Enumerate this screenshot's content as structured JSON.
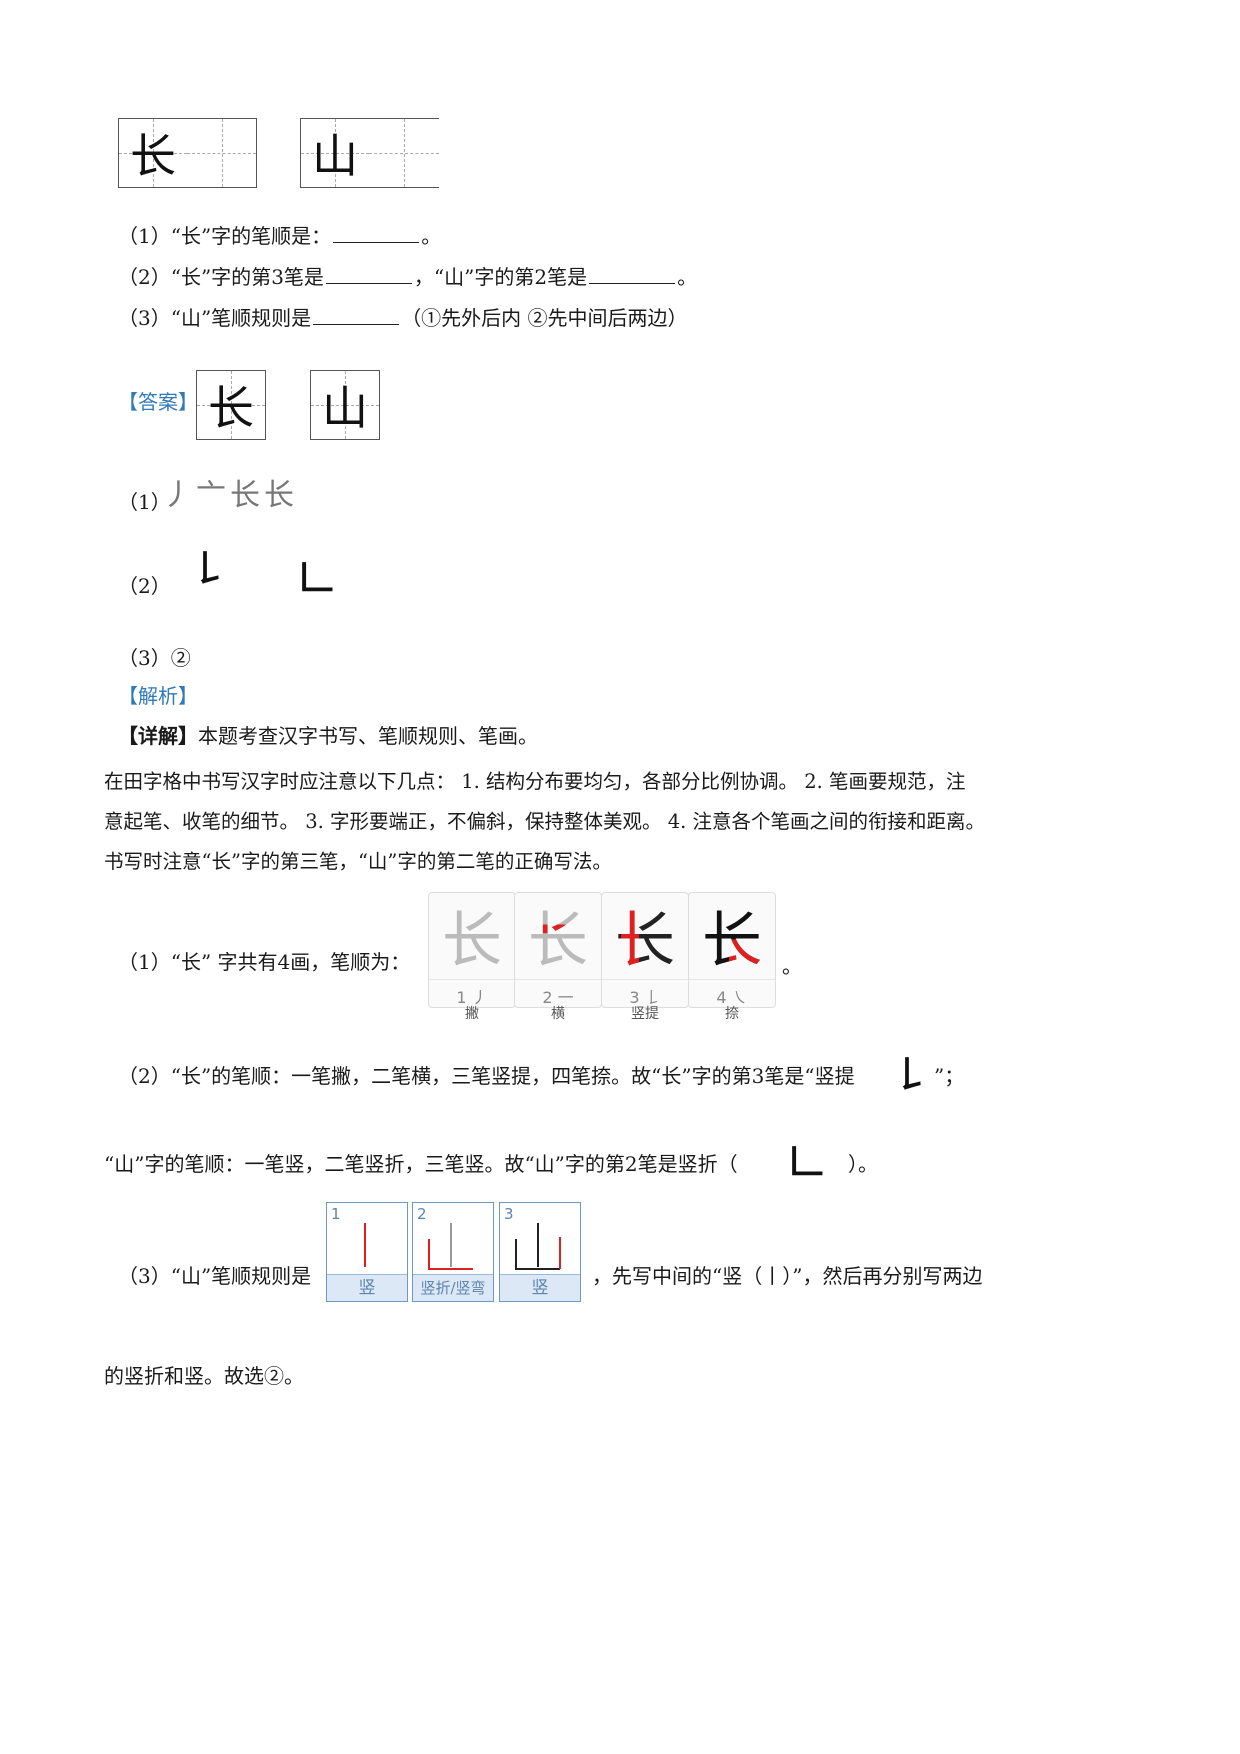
{
  "question": {
    "grid_chars": [
      "长",
      "山"
    ],
    "q1": {
      "prefix": "（1）“长”字的笔顺是：",
      "suffix": "。"
    },
    "q2": {
      "prefix": "（2）“长”字的第",
      "num1": "3",
      "mid1": "笔是",
      "mid2": "，“山”字的第",
      "num2": "2",
      "mid3": "笔是",
      "suffix": "。"
    },
    "q3": {
      "prefix": "（3）“山”笔顺规则是",
      "suffix": "（①先外后内  ②先中间后两边）"
    }
  },
  "answer": {
    "tag": "【答案】",
    "grid_chars": [
      "长",
      "山"
    ],
    "a1_label": "（1）",
    "a1_strokes": [
      "丿",
      "亠",
      "长",
      "长"
    ],
    "a2_label": "（2）",
    "a2_strokes": [
      "𠄌",
      "𠃊"
    ],
    "a3": "（3）②"
  },
  "analysis": {
    "tag": "【解析】",
    "detail_tag": "【详解】",
    "detail_text": "本题考查汉字书写、笔顺规则、笔画。",
    "para_line1": "在田字格中书写汉字时应注意以下几点： 1.    结构分布要均匀，各部分比例协调。 2.    笔画要规范，注",
    "para_line2": "意起笔、收笔的细节。 3.    字形要端正，不偏斜，保持整体美观。 4.    注意各个笔画之间的衔接和距离。",
    "para_line3": "书写时注意“长”字的第三笔，“山”字的第二笔的正确写法。",
    "p1_prefix": "（1）“长”  字共有",
    "p1_num": "4",
    "p1_suffix": "画，笔顺为：",
    "p1_end": "。",
    "zhang_cards": [
      {
        "num": "1 丿",
        "label": "撇"
      },
      {
        "num": "2 一",
        "label": "横"
      },
      {
        "num": "3 𠄌",
        "label": "竖提"
      },
      {
        "num": "4 ㇏",
        "label": "捺"
      }
    ],
    "p2_text": "（2）“长”的笔顺：一笔撇，二笔横，三笔竖提，四笔捺。故“长”字的第",
    "p2_num": "3",
    "p2_text2": "笔是“竖提",
    "p2_end": "”；",
    "p2b_text": "“山”字的笔顺：一笔竖，二笔竖折，三笔竖。故“山”字的第",
    "p2b_num": "2",
    "p2b_text2": "笔是竖折（",
    "p2b_end": "）。",
    "p3_prefix": "（3）“山”笔顺规则是",
    "shan_cards": [
      {
        "n": "1",
        "label": "竖"
      },
      {
        "n": "2",
        "label": "竖折/竖弯"
      },
      {
        "n": "3",
        "label": "竖"
      }
    ],
    "p3_suffix": "，先写中间的“竖（丨）”，然后再分别写两边",
    "p3_end": "的竖折和竖。故选②。"
  },
  "colors": {
    "tag": "#2f7ab8",
    "stroke_highlight": "#e02020"
  }
}
